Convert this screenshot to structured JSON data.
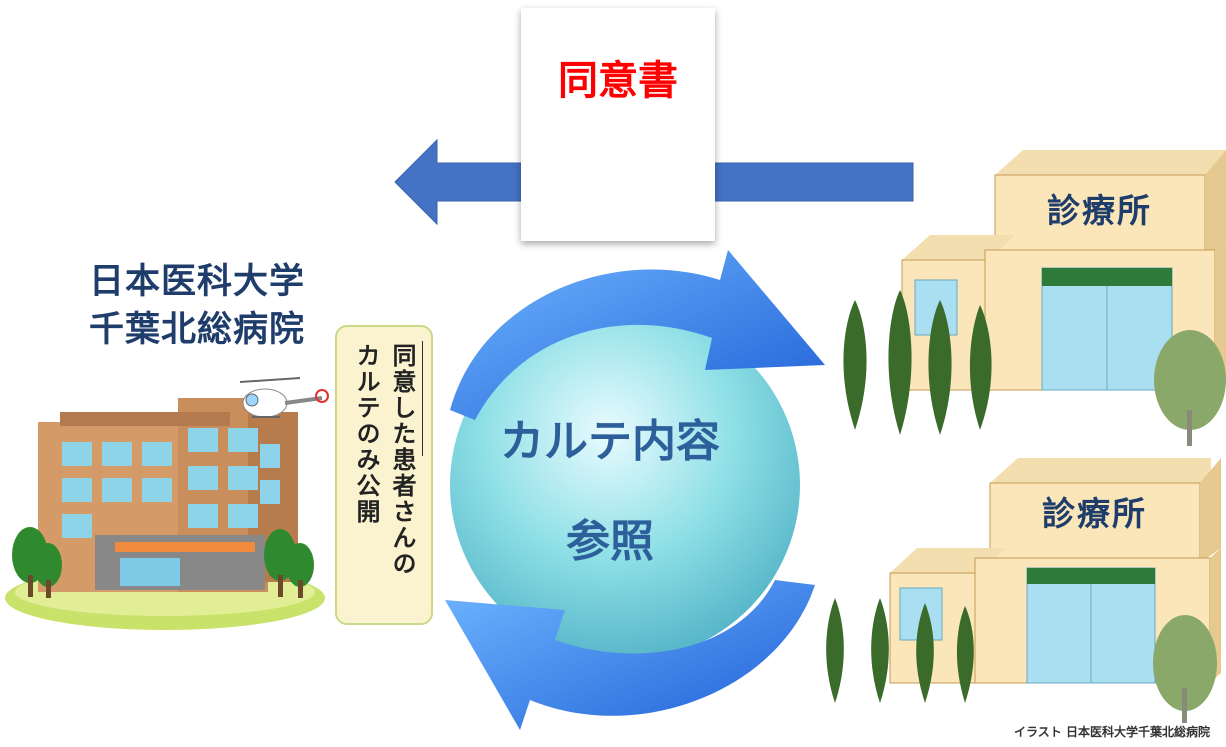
{
  "consent_form": {
    "title": "同意書"
  },
  "hospital": {
    "name_line1": "日本医科大学",
    "name_line2": "千葉北総病院"
  },
  "note": {
    "line1": "同意した患者さんの",
    "line2": "カルテのみ公開"
  },
  "center": {
    "line1": "カルテ内容",
    "line2": "参照"
  },
  "clinics": [
    {
      "label": "診療所"
    },
    {
      "label": "診療所"
    }
  ],
  "credit": "イラスト 日本医科大学千葉北総病院",
  "colors": {
    "arrow_blue": "#4472c4",
    "title_red": "#ff0000",
    "text_navy": "#1f3d6b",
    "sphere": "#7fd6df"
  }
}
